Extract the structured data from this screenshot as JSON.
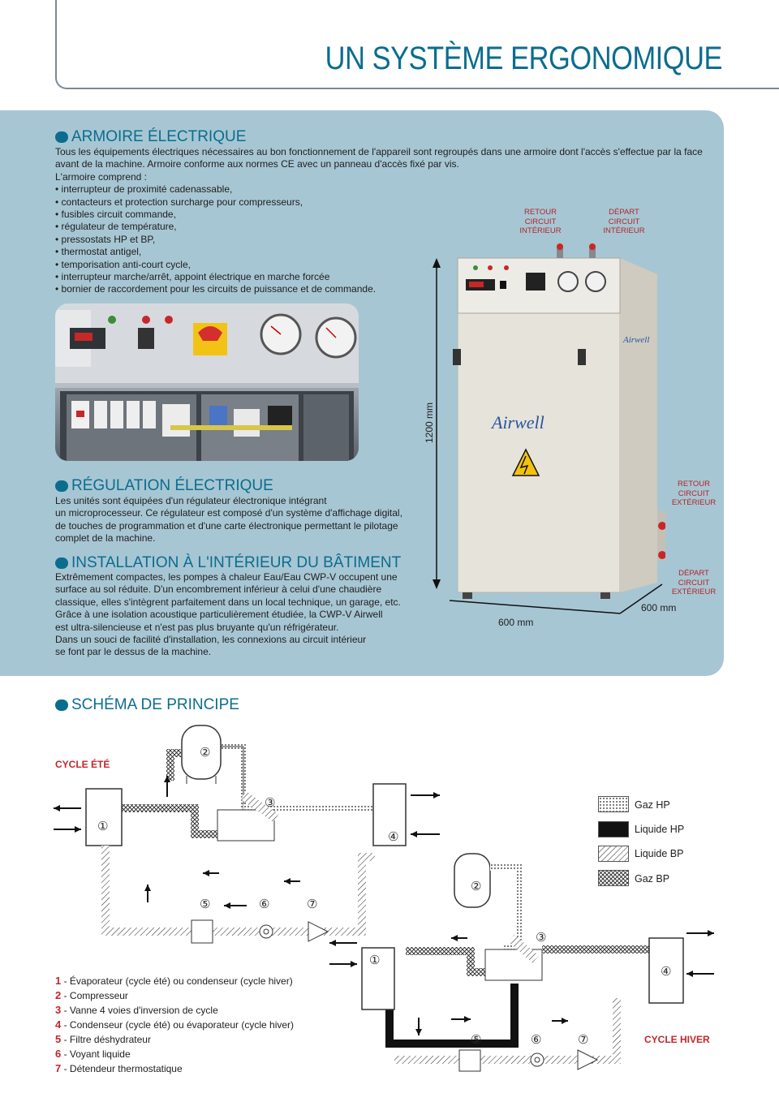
{
  "page": {
    "title": "UN SYSTÈME ERGONOMIQUE"
  },
  "armoire": {
    "title": "ARMOIRE ÉLECTRIQUE",
    "intro1": "Tous les équipements électriques nécessaires au bon fonctionnement de l'appareil sont regroupés dans une armoire dont l'accès s'effectue par la face",
    "intro2": "avant de la machine. Armoire conforme aux normes CE avec un panneau d'accès fixé par vis.",
    "lead": "L'armoire comprend :",
    "items": [
      "interrupteur de proximité cadenassable,",
      "contacteurs et protection surcharge pour compresseurs,",
      "fusibles circuit commande,",
      "régulateur de température,",
      "pressostats HP et BP,",
      "thermostat antigel,",
      "temporisation anti-court cycle,",
      "interrupteur marche/arrêt, appoint électrique en marche forcée",
      "bornier de raccordement pour les circuits de puissance et de commande."
    ]
  },
  "regulation": {
    "title": "RÉGULATION ÉLECTRIQUE",
    "lines": [
      "Les unités sont équipées d'un régulateur électronique intégrant",
      "un microprocesseur. Ce régulateur est composé d'un système d'affichage digital,",
      "de touches de programmation et d'une carte électronique permettant le pilotage",
      "complet de la machine."
    ]
  },
  "installation": {
    "title": "INSTALLATION À L'INTÉRIEUR DU BÂTIMENT",
    "lines": [
      "Extrêmement compactes, les pompes à chaleur Eau/Eau CWP-V occupent une",
      "surface au sol réduite. D'un encombrement inférieur à celui d'une chaudière",
      "classique, elles s'intègrent parfaitement dans un local technique, un garage, etc.",
      "Grâce à une isolation acoustique particulièrement étudiée, la CWP-V Airwell",
      "est ultra-silencieuse et n'est pas plus bruyante qu'un réfrigérateur.",
      "Dans un souci de facilité d'installation, les connexions au circuit intérieur",
      "se font par le dessus de la machine."
    ]
  },
  "machine": {
    "brand": "Airwell",
    "callouts": {
      "retour_int": [
        "RETOUR",
        "CIRCUIT",
        "INTÉRIEUR"
      ],
      "depart_int": [
        "DÉPART",
        "CIRCUIT",
        "INTÉRIEUR"
      ],
      "retour_ext": [
        "RETOUR",
        "CIRCUIT",
        "EXTÉRIEUR"
      ],
      "depart_ext": [
        "DÉPART",
        "CIRCUIT",
        "EXTÉRIEUR"
      ]
    },
    "dims": {
      "height": "1200 mm",
      "width": "600 mm",
      "depth": "600 mm"
    }
  },
  "schema": {
    "title": "SCHÉMA DE PRINCIPE",
    "cycle_ete": "CYCLE ÉTÉ",
    "cycle_hiver": "CYCLE HIVER",
    "markers": {
      "m1": "①",
      "m2": "②",
      "m3": "③",
      "m4": "④",
      "m5": "⑤",
      "m6": "⑥",
      "m7": "⑦"
    },
    "legend": [
      "Gaz HP",
      "Liquide HP",
      "Liquide BP",
      "Gaz BP"
    ],
    "components": [
      {
        "n": "1",
        "label": "- Évaporateur (cycle été) ou condenseur (cycle hiver)"
      },
      {
        "n": "2",
        "label": "- Compresseur"
      },
      {
        "n": "3",
        "label": "- Vanne 4 voies d'inversion de cycle"
      },
      {
        "n": "4",
        "label": "- Condenseur (cycle été) ou évaporateur (cycle hiver)"
      },
      {
        "n": "5",
        "label": "- Filtre déshydrateur"
      },
      {
        "n": "6",
        "label": "- Voyant liquide"
      },
      {
        "n": "7",
        "label": "- Détendeur thermostatique"
      }
    ]
  },
  "colors": {
    "accent": "#0b6d8e",
    "panel": "#a7c6d3",
    "red": "#c0272d"
  }
}
